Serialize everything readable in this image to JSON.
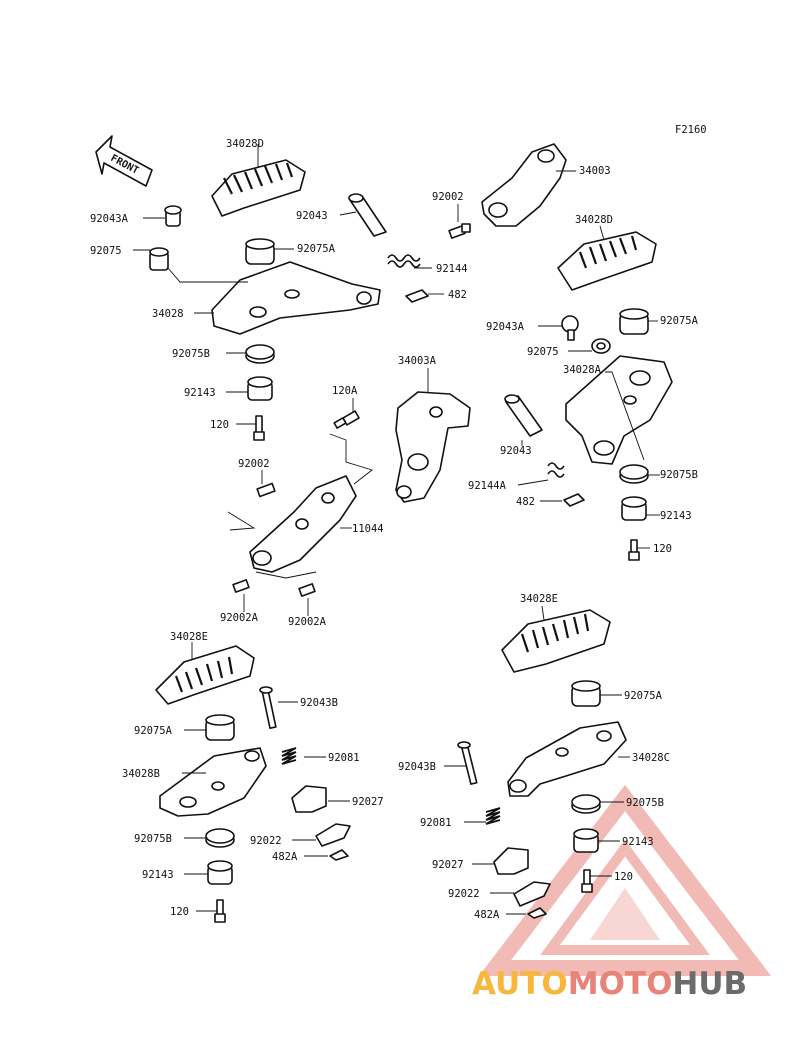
{
  "figure_id": "F2160",
  "front_label": "FRONT",
  "labels": {
    "l_34028D_top": "34028D",
    "l_92043A_top": "92043A",
    "l_92075_top": "92075",
    "l_92043_top": "92043",
    "l_92075A_top": "92075A",
    "l_34028": "34028",
    "l_92075B_top": "92075B",
    "l_92143_top": "92143",
    "l_120_top": "120",
    "l_120A": "120A",
    "l_34003A": "34003A",
    "l_92002_top": "92002",
    "l_34003": "34003",
    "l_34028D_right": "34028D",
    "l_92144": "92144",
    "l_482_top": "482",
    "l_92043A_right": "92043A",
    "l_92075A_right": "92075A",
    "l_92075_right": "92075",
    "l_34028A": "34028A",
    "l_92043_mid": "92043",
    "l_92144A": "92144A",
    "l_482_mid": "482",
    "l_92075B_right": "92075B",
    "l_92143_right": "92143",
    "l_120_right": "120",
    "l_92002_mid": "92002",
    "l_11044": "11044",
    "l_92002A_left": "92002A",
    "l_92002A_right": "92002A",
    "l_34028E_right": "34028E",
    "l_34028E_left": "34028E",
    "l_92043B_left": "92043B",
    "l_92075A_bl": "92075A",
    "l_92081_left": "92081",
    "l_34028B": "34028B",
    "l_92027_left": "92027",
    "l_92075B_bl": "92075B",
    "l_92022_left": "92022",
    "l_482A_left": "482A",
    "l_92143_bl": "92143",
    "l_120_bl": "120",
    "l_92075A_br": "92075A",
    "l_92043B_right": "92043B",
    "l_34028C": "34028C",
    "l_92075B_br": "92075B",
    "l_92081_right": "92081",
    "l_92143_br": "92143",
    "l_92027_right": "92027",
    "l_120_br": "120",
    "l_92022_right": "92022",
    "l_482A_right": "482A"
  },
  "watermark": {
    "part1": "AUTO",
    "part2": "MOTO",
    "part3": "HUB",
    "color1": "#f6b73c",
    "color2": "#e8837a",
    "color3": "#6b6b6b",
    "triangle_color": "#e8837a"
  }
}
